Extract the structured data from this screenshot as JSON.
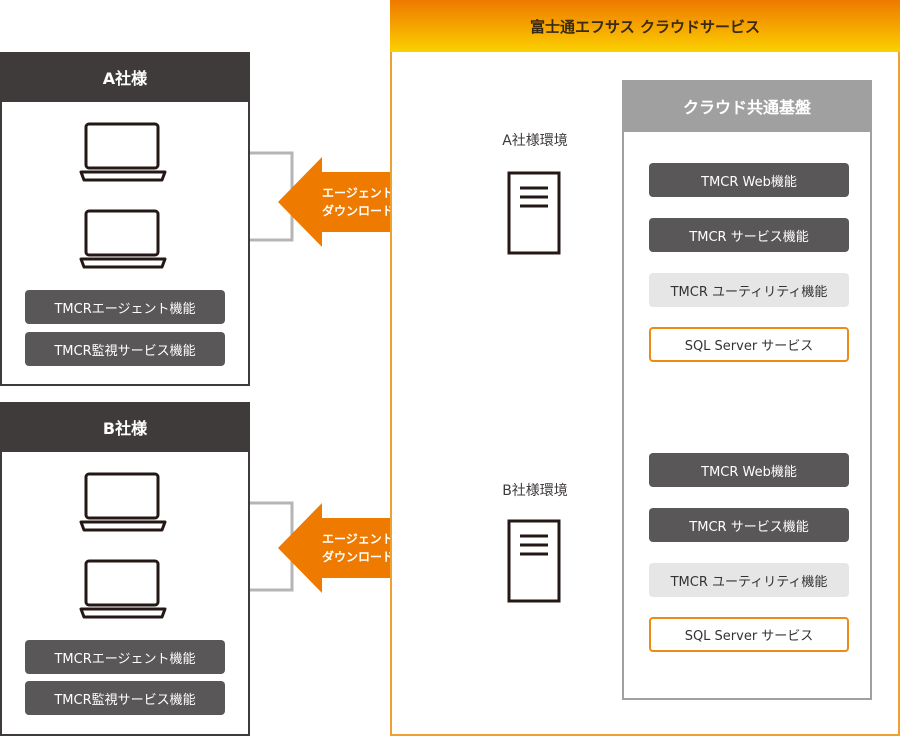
{
  "cloud": {
    "title": "富士通エフサス クラウドサービス",
    "platform_title": "クラウド共通基盤",
    "environments": [
      {
        "label": "A社様環境",
        "functions": [
          "TMCR Web機能",
          "TMCR サービス機能",
          "TMCR ユーティリティ機能",
          "SQL Server サービス"
        ]
      },
      {
        "label": "B社様環境",
        "functions": [
          "TMCR Web機能",
          "TMCR サービス機能",
          "TMCR ユーティリティ機能",
          "SQL Server サービス"
        ]
      }
    ]
  },
  "customers": [
    {
      "name": "A社様",
      "functions": [
        "TMCRエージェント機能",
        "TMCR監視サービス機能"
      ]
    },
    {
      "name": "B社様",
      "functions": [
        "TMCRエージェント機能",
        "TMCR監視サービス機能"
      ]
    }
  ],
  "arrows": [
    {
      "line1": "エージェント",
      "line2": "ダウンロード"
    },
    {
      "line1": "エージェント",
      "line2": "ダウンロード"
    }
  ],
  "colors": {
    "accent": "#ee7a00",
    "customer_header": "#3e3b3a",
    "platform_header": "#a0a0a0",
    "dark_pill": "#595757",
    "light_pill": "#e6e6e6"
  }
}
